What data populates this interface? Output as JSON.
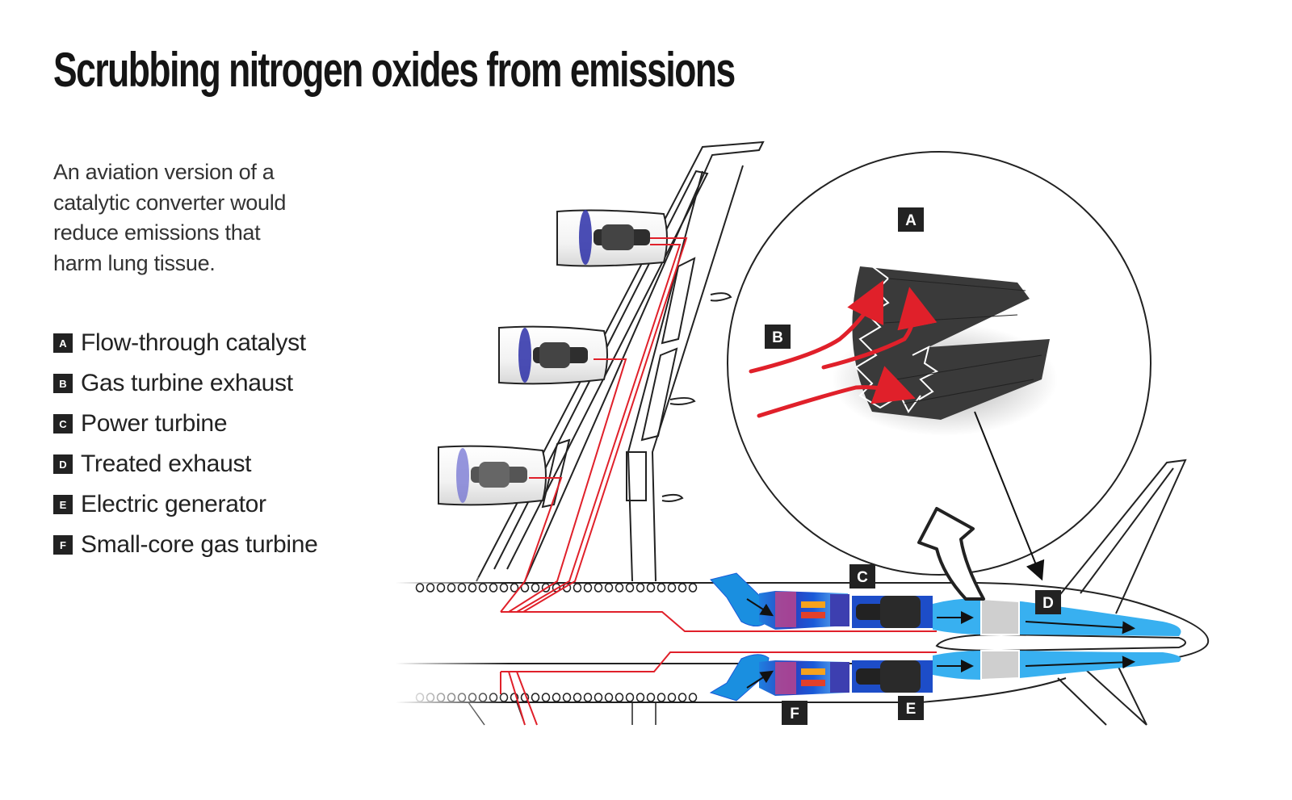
{
  "title": "Scrubbing nitrogen oxides from emissions",
  "intro": "An aviation version of a catalytic converter would reduce emissions that harm lung tissue.",
  "legend": [
    {
      "key": "A",
      "label": "Flow-through catalyst"
    },
    {
      "key": "B",
      "label": "Gas turbine exhaust"
    },
    {
      "key": "C",
      "label": "Power turbine"
    },
    {
      "key": "D",
      "label": "Treated exhaust"
    },
    {
      "key": "E",
      "label": "Electric generator"
    },
    {
      "key": "F",
      "label": "Small-core gas turbine"
    }
  ],
  "callouts": {
    "A": "A",
    "B": "B",
    "C": "C",
    "D": "D",
    "E": "E",
    "F": "F"
  },
  "colors": {
    "wiring": "#e0202a",
    "exhaust_flow": "#1a8fe0",
    "fan_blade": "#2b2fa8",
    "catalyst": "#3a3a3a",
    "badge": "#222222"
  }
}
